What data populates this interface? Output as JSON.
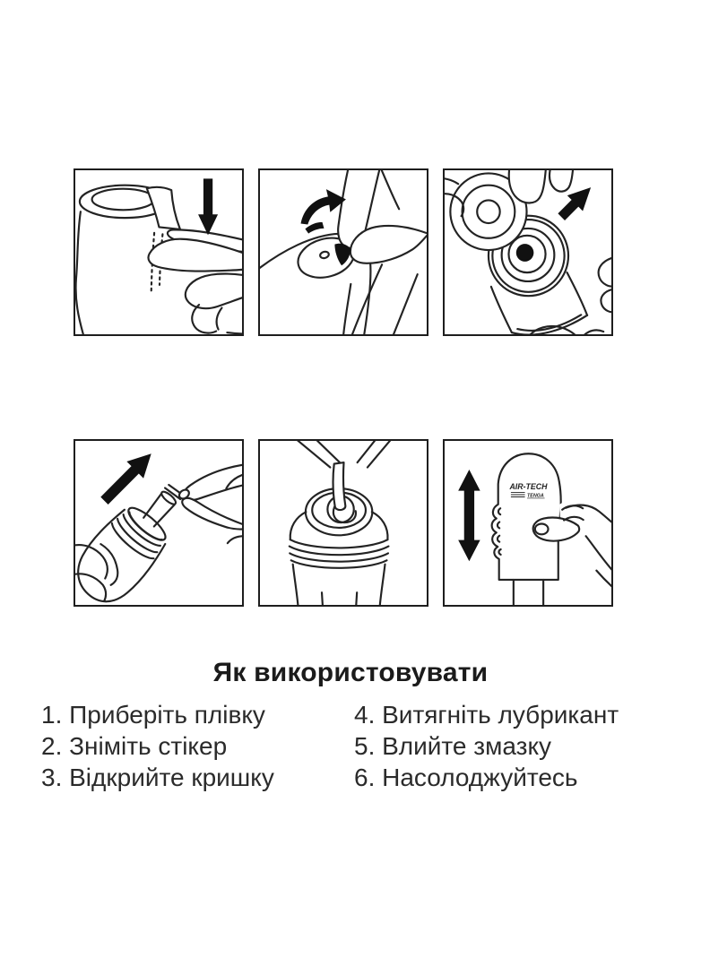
{
  "heading": "Як використовувати",
  "steps": {
    "left": [
      "1. Приберіть плівку",
      "2. Зніміть стікер",
      "3. Відкрийте кришку"
    ],
    "right": [
      "4. Витягніть лубрикант",
      "5. Влийте змазку",
      "6. Насолоджуйтесь"
    ]
  },
  "panels": [
    {
      "step": 1,
      "name": "remove-film",
      "arrow": "down"
    },
    {
      "step": 2,
      "name": "peel-sticker",
      "arrow": "rotate"
    },
    {
      "step": 3,
      "name": "open-cap",
      "arrow": "up-right"
    },
    {
      "step": 4,
      "name": "pull-out-lubricant",
      "arrow": "up-right"
    },
    {
      "step": 5,
      "name": "pour-lubricant",
      "arrow": "none"
    },
    {
      "step": 6,
      "name": "stroke-device",
      "arrow": "up-down"
    }
  ],
  "device_label": {
    "brand": "AIR-TECH",
    "logo": "TENGA"
  },
  "colors": {
    "ink": "#232323",
    "arrow": "#111111",
    "text": "#2b2b2b",
    "panel_border": "#1e1e1e",
    "background": "#ffffff"
  }
}
